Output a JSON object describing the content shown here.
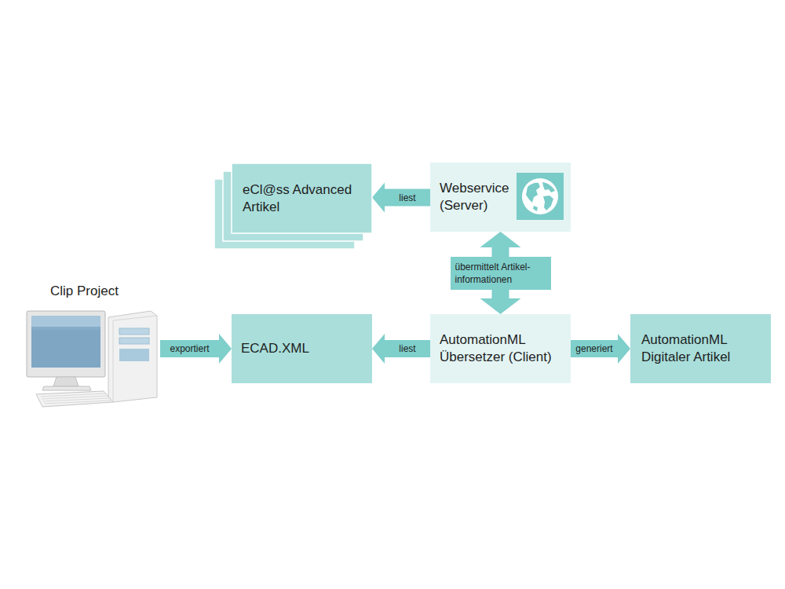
{
  "diagram": {
    "nodes": [
      {
        "text": [
          "eCl@ss Advanced Artikel"
        ]
      },
      {
        "text": [
          "Webservice (Server)"
        ]
      },
      {
        "text": [
          "Clip Project"
        ]
      },
      {
        "text": [
          "ECAD.XML"
        ]
      },
      {
        "text": [
          "AutomationML Übersetzer (Client)"
        ]
      },
      {
        "text": [
          "AutomationML Digitaler Artikel"
        ]
      }
    ],
    "edges": [
      {
        "from": 1,
        "to": 0,
        "label": "liest",
        "arrow": "to"
      },
      {
        "from": 4,
        "to": 1,
        "label": "übermittelt Artikel- informationen",
        "arrow": "both"
      },
      {
        "from": 2,
        "to": 3,
        "label": "exportiert",
        "arrow": "to"
      },
      {
        "from": 4,
        "to": 3,
        "label": "liest",
        "arrow": "to"
      },
      {
        "from": 4,
        "to": 5,
        "label": "generiert",
        "arrow": "to"
      }
    ]
  }
}
